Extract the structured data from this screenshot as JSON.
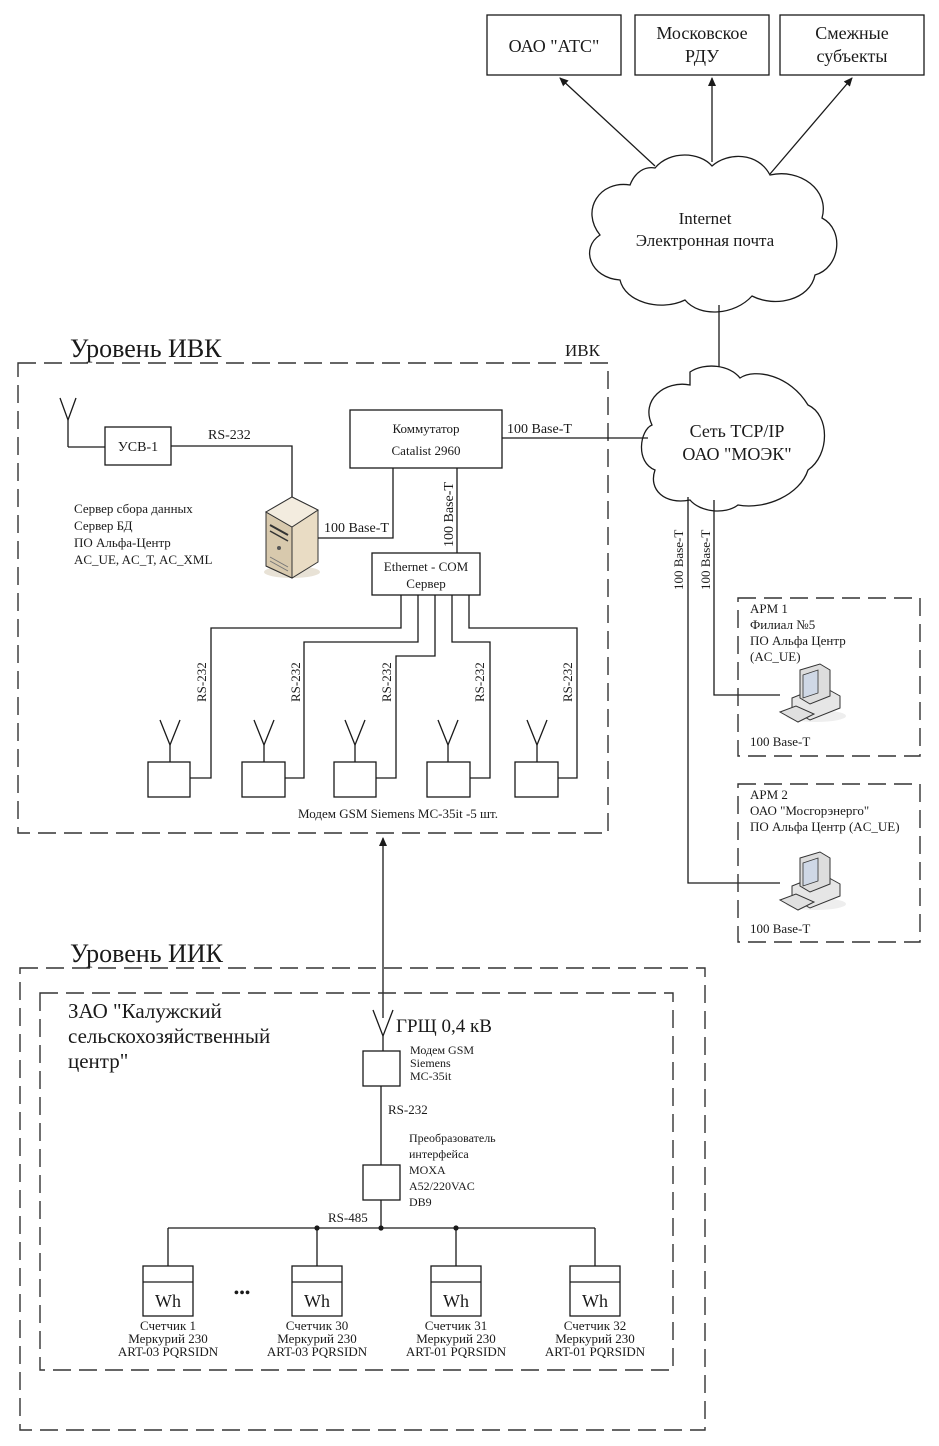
{
  "external": {
    "ats": "ОАО \"АТС\"",
    "rdu": [
      "Московское",
      "РДУ"
    ],
    "adjacent": [
      "Смежные",
      "субъекты"
    ]
  },
  "internet_cloud": [
    "Internet",
    "Электронная почта"
  ],
  "moek_cloud": [
    "Сеть  TCP/IP",
    "ОАО \"МОЭК\""
  ],
  "ivk": {
    "level_title": "Уровень ИВК",
    "box_label": "ИВК",
    "usv": "УСВ-1",
    "usv_link": "RS-232",
    "switch": [
      "Коммутатор",
      "Catalist 2960"
    ],
    "switch_uplink": "100 Base-T",
    "server_link": "100 Base-T",
    "ethcom_link": "100 Base-T",
    "server_desc": [
      "Сервер сбора данных",
      "Сервер БД",
      "ПО Альфа-Центр",
      "AC_UE, AC_T, AC_XML"
    ],
    "ethcom": [
      "Ethernet - COM",
      "Сервер"
    ],
    "modem_links": [
      "RS-232",
      "RS-232",
      "RS-232",
      "RS-232",
      "RS-232"
    ],
    "modems_caption": "Модем GSM Siemens MC-35it -5 шт."
  },
  "arm": [
    {
      "lines": [
        "АРМ 1",
        "Филиал №5",
        "ПО Альфа Центр",
        "(AC_UE)"
      ],
      "link": "100 Base-T",
      "uplink": "100 Base-T"
    },
    {
      "lines": [
        "АРМ 2",
        "ОАО \"Мосгорэнерго\"",
        "ПО Альфа Центр (AC_UE)"
      ],
      "link": "100 Base-T",
      "uplink": "100 Base-T"
    }
  ],
  "iik": {
    "level_title": "Уровень ИИК",
    "site": [
      "ЗАО \"Калужский",
      "сельскохозяйственный",
      "центр\""
    ],
    "grsch": "ГРЩ 0,4 кВ",
    "modem": [
      "Модем GSM",
      "Siemens",
      "MC-35it"
    ],
    "modem_link": "RS-232",
    "converter": [
      "Преобразователь",
      "интерфейса",
      "MOXA",
      "A52/220VAC",
      "DB9"
    ],
    "bus": "RS-485",
    "ellipsis": "•••",
    "meters": [
      {
        "symbol": "Wh",
        "lines": [
          "Счетчик 1",
          "Меркурий 230",
          "ART-03 PQRSIDN"
        ]
      },
      {
        "symbol": "Wh",
        "lines": [
          "Счетчик 30",
          "Меркурий 230",
          "ART-03 PQRSIDN"
        ]
      },
      {
        "symbol": "Wh",
        "lines": [
          "Счетчик 31",
          "Меркурий 230",
          "ART-01 PQRSIDN"
        ]
      },
      {
        "symbol": "Wh",
        "lines": [
          "Счетчик 32",
          "Меркурий 230",
          "ART-01 PQRSIDN"
        ]
      }
    ]
  }
}
